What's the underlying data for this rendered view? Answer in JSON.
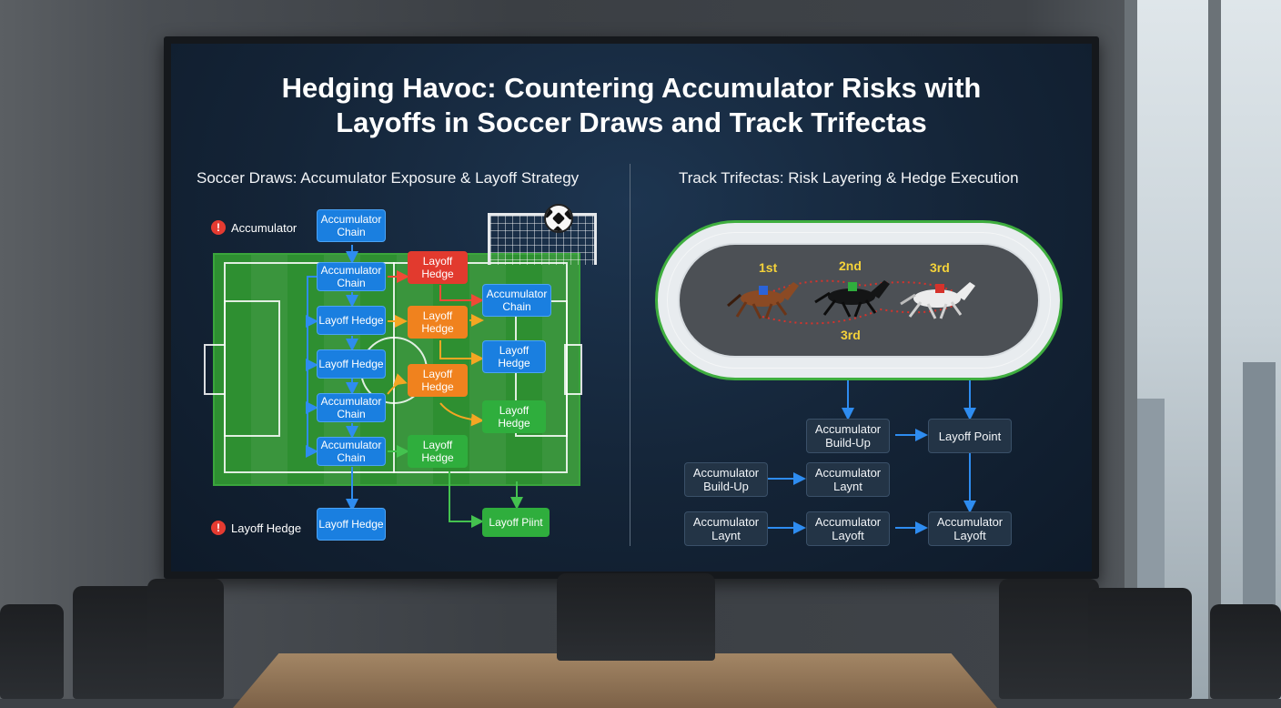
{
  "title_line1": "Hedging Havoc: Countering Accumulator Risks with",
  "title_line2": "Layoffs in Soccer Draws and Track Trifectas",
  "soccer": {
    "heading": "Soccer Draws: Accumulator Exposure & Layoff Strategy",
    "warn_top": "Accumulator",
    "warn_bottom": "Layoff Hedge",
    "nodes": {
      "top_chain": "Accumulator Chain",
      "col1_1": "Accumulator Chain",
      "col1_2": "Layoff Hedge",
      "col1_3": "Layoff Hedge",
      "col1_4": "Accumulator Chain",
      "col1_5": "Accumulator Chain",
      "bottom": "Layoff Hedge",
      "red": "Layoff Hedge",
      "orange1": "Layoff Hedge",
      "orange2": "Layoff Hedge",
      "green_mid": "Layoff Hedge",
      "col3_1": "Accumulator Chain",
      "col3_2": "Layoff Hedge",
      "col3_3": "Layoff Hedge",
      "final": "Layoff Piint"
    }
  },
  "track": {
    "heading": "Track Trifectas: Risk Layering & Hedge Execution",
    "places": [
      "1st",
      "2nd",
      "3rd",
      "3rd"
    ],
    "nodes": {
      "build_up_top": "Accumulator Build-Up",
      "layoff_point": "Layoff Point",
      "build_up_left": "Accumulator Build-Up",
      "laynt_mid": "Accumulator Laynt",
      "laynt_left": "Accumulator Laynt",
      "layoft_mid": "Accumulator Layoft",
      "layoft_right": "Accumulator Layoft"
    }
  },
  "colors": {
    "blue": "#1a7fe0",
    "red": "#e23a2e",
    "orange": "#f0821e",
    "green": "#2fae3d",
    "accent_yellow": "#f4d23a"
  },
  "icons": [
    "alert-icon",
    "soccer-ball-icon",
    "goal-net-icon",
    "horse-icon"
  ]
}
